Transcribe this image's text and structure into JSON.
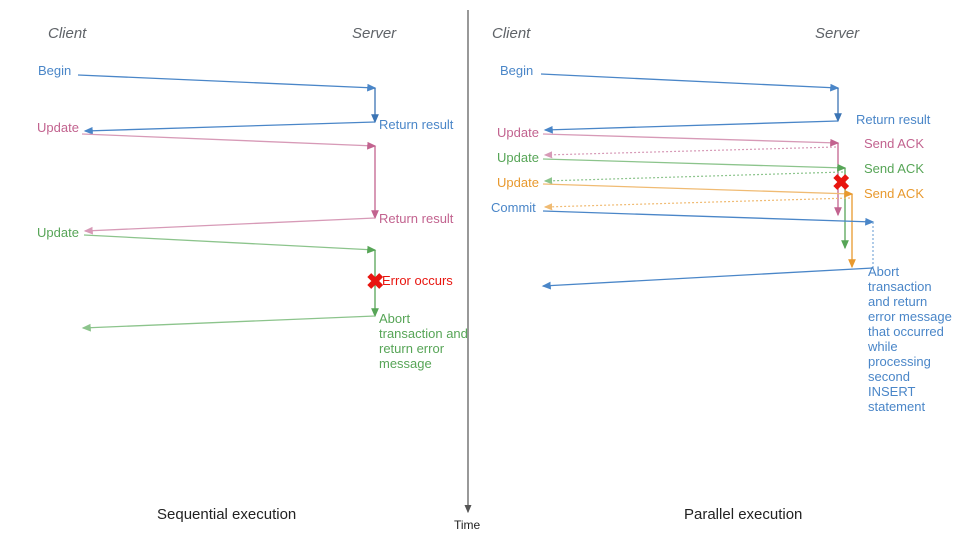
{
  "colors": {
    "blue": "#4a86c8",
    "blue_dark": "#3b74b4",
    "pink": "#c2638f",
    "pink_light": "#d79ab7",
    "green": "#57a557",
    "green_light": "#8cc48c",
    "orange": "#e8992e",
    "orange_light": "#f0bb73",
    "red": "#e8150f",
    "gray": "#5f6368",
    "axis": "#555555"
  },
  "time_axis": {
    "label": "Time"
  },
  "panels": [
    {
      "id": "sequential",
      "caption": "Sequential execution",
      "actors": {
        "client": "Client",
        "server": "Server"
      },
      "messages": [
        {
          "name": "begin",
          "label": "Begin",
          "color": "blue"
        },
        {
          "name": "return-result-1",
          "label": "Return result",
          "color": "blue"
        },
        {
          "name": "update-1",
          "label": "Update",
          "color": "pink"
        },
        {
          "name": "return-result-2",
          "label": "Return result",
          "color": "pink"
        },
        {
          "name": "update-2",
          "label": "Update",
          "color": "green"
        },
        {
          "name": "error",
          "label": "Error occurs",
          "color": "red"
        },
        {
          "name": "abort",
          "label": "Abort transaction and return error message",
          "color": "green"
        }
      ]
    },
    {
      "id": "parallel",
      "caption": "Parallel execution",
      "actors": {
        "client": "Client",
        "server": "Server"
      },
      "messages": [
        {
          "name": "begin",
          "label": "Begin",
          "color": "blue"
        },
        {
          "name": "return-result",
          "label": "Return result",
          "color": "blue"
        },
        {
          "name": "update-1",
          "label": "Update",
          "color": "pink"
        },
        {
          "name": "send-ack-1",
          "label": "Send ACK",
          "color": "pink"
        },
        {
          "name": "update-2",
          "label": "Update",
          "color": "green"
        },
        {
          "name": "send-ack-2",
          "label": "Send ACK",
          "color": "green"
        },
        {
          "name": "update-3",
          "label": "Update",
          "color": "orange"
        },
        {
          "name": "send-ack-3",
          "label": "Send ACK",
          "color": "orange"
        },
        {
          "name": "commit",
          "label": "Commit",
          "color": "blue"
        },
        {
          "name": "error",
          "label": "",
          "color": "red"
        },
        {
          "name": "abort",
          "label": "Abort transaction and return error message that occurred while processing second INSERT statement",
          "color": "blue"
        }
      ]
    }
  ]
}
